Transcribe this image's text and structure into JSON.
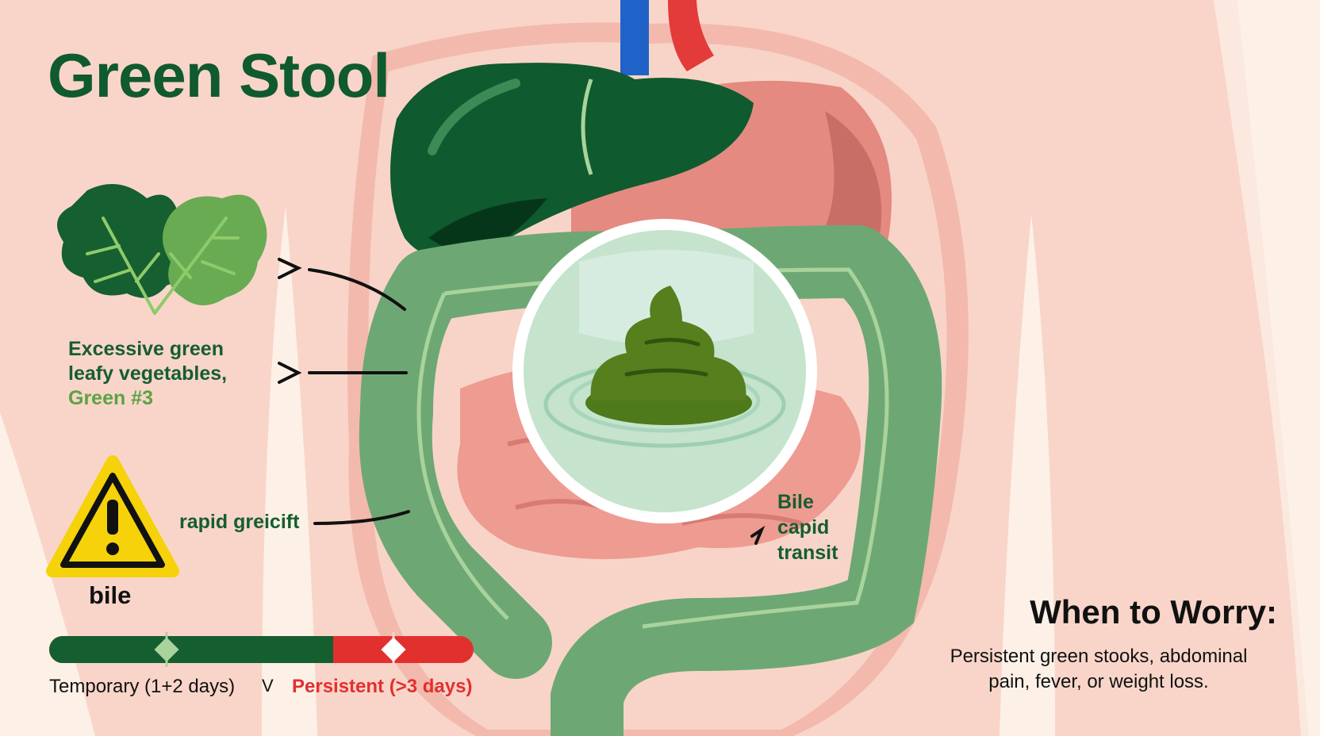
{
  "title": "Green Stool",
  "causes": {
    "food_line1": "Excessive green",
    "food_line2": "leafy vegetables,",
    "food_line3": "Green #3",
    "rapid": "rapid greicift",
    "warning_label": "bile"
  },
  "right_labels": [
    "Bile",
    "capid",
    "transit"
  ],
  "timeline": {
    "temporary": "Temporary (1+2 days)",
    "separator": "V",
    "persistent": "Persistent (>3 days)"
  },
  "worry": {
    "heading": "When to Worry:",
    "line1": "Persistent green stoοks, abdominal",
    "line2": "pain, fever, or weight loss."
  },
  "colors": {
    "dark_green": "#0f5a2e",
    "light_green": "#5aa343",
    "red": "#e2302f",
    "skin": "#fbe9df",
    "warning_yellow": "#f5d20a"
  },
  "icons": [
    "leafy-greens-icon",
    "warning-icon",
    "stool-icon",
    "magnifier-circle"
  ]
}
